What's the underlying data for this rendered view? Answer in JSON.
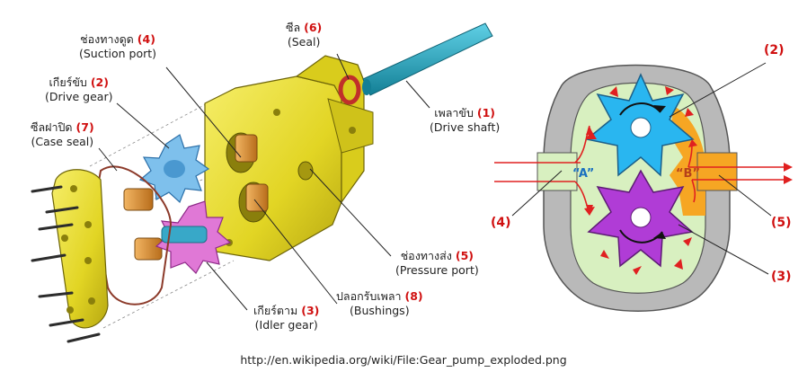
{
  "labels": {
    "suction_port": {
      "th": "ช่องทางดูด",
      "num": "(4)",
      "en": "(Suction port)"
    },
    "seal": {
      "th": "ซีล",
      "num": "(6)",
      "en": "(Seal)"
    },
    "drive_gear": {
      "th": "เกียร์ขับ",
      "num": "(2)",
      "en": "(Drive gear)"
    },
    "case_seal": {
      "th": "ซีลฝาปิด",
      "num": "(7)",
      "en": "(Case seal)"
    },
    "drive_shaft": {
      "th": "เพลาขับ",
      "num": "(1)",
      "en": "(Drive shaft)"
    },
    "pressure_port": {
      "th": "ช่องทางส่ง",
      "num": "(5)",
      "en": "(Pressure port)"
    },
    "bushings": {
      "th": "ปลอกรับเพลา",
      "num": "(8)",
      "en": "(Bushings)"
    },
    "idler_gear": {
      "th": "เกียร์ตาม",
      "num": "(3)",
      "en": "(Idler gear)"
    }
  },
  "callouts": {
    "c2": "(2)",
    "c4": "(4)",
    "c5": "(5)",
    "c3": "(3)"
  },
  "ports": {
    "a": "“A”",
    "b": "“B”"
  },
  "footer": "http://en.wikipedia.org/wiki/File:Gear_pump_exploded.png",
  "colors": {
    "housing_yellow": "#e8dc2a",
    "drive_gear_blue": "#29b6f0",
    "idler_gear_purple": "#b03cd6",
    "idler_gear_pink": "#e070d0",
    "fluid_green": "#d8f0c0",
    "fluid_orange": "#f6a623",
    "casing_gray": "#b9b9b9",
    "shaft_teal": "#1e9bb5",
    "bushing_orange": "#d98a2a",
    "seal_red": "#c0302a",
    "arrow_red": "#e02020",
    "label_red": "#d01010"
  }
}
